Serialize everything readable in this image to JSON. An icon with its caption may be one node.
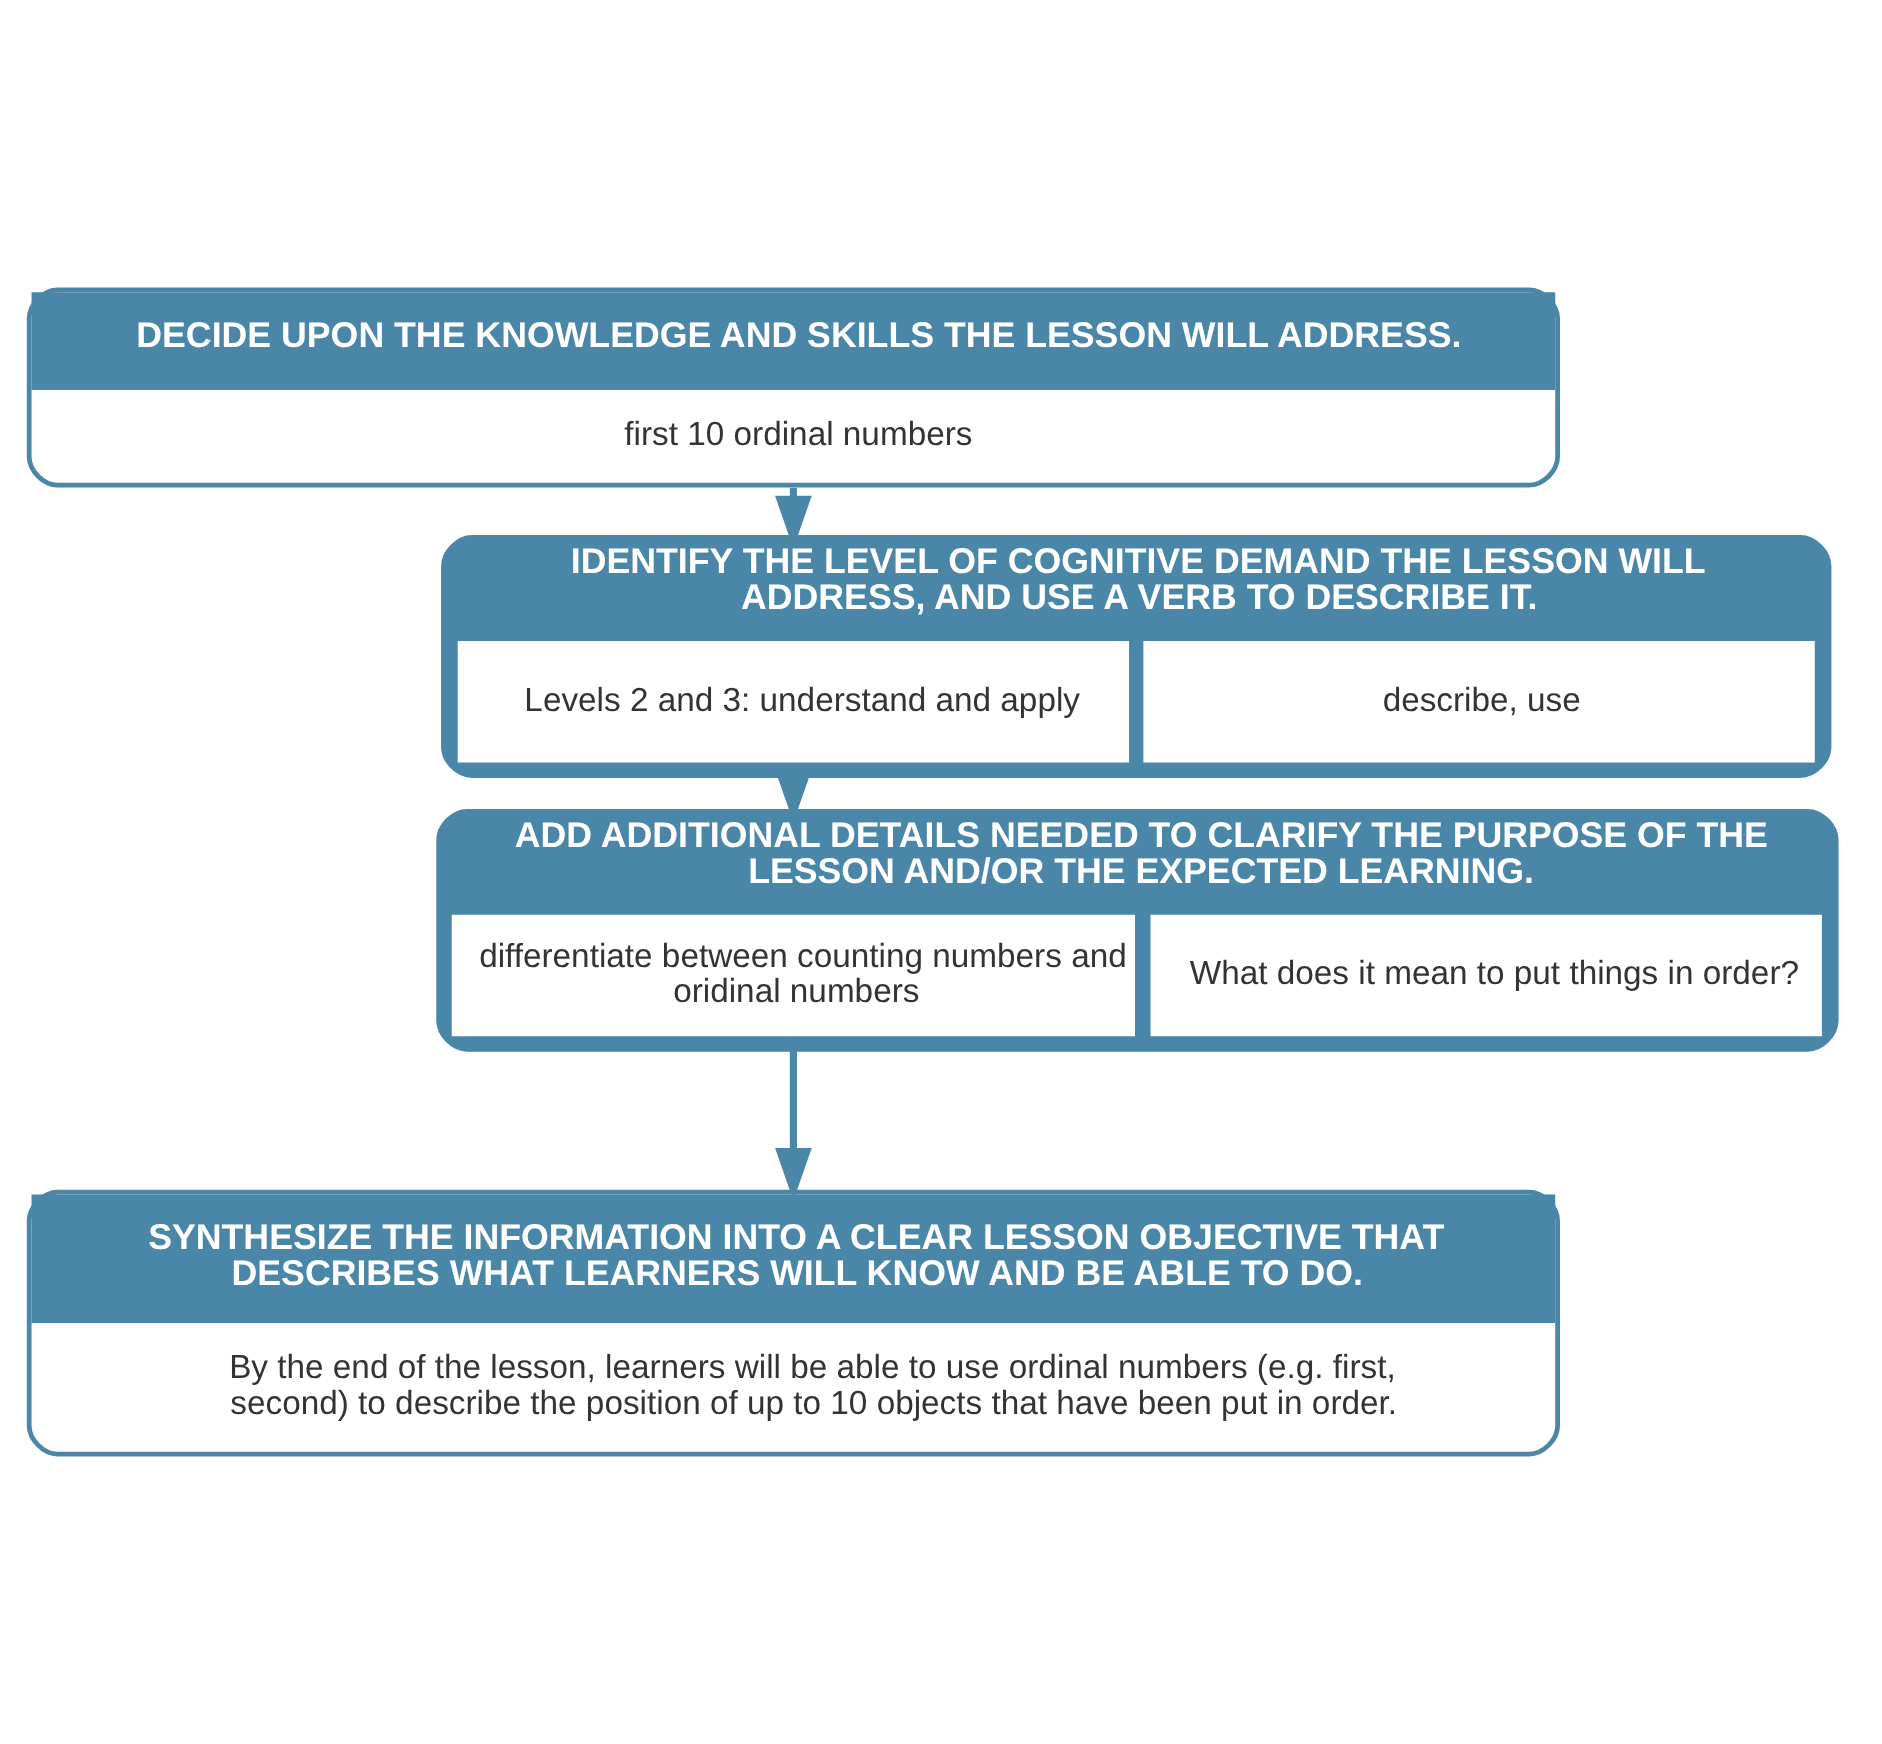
{
  "diagram": {
    "nodes": [
      {
        "text": [
          "DECIDE UPON THE KNOWLEDGE AND SKILLS THE LESSON WILL ADDRESS.",
          "first 10 ordinal numbers"
        ]
      },
      {
        "text": [
          "IDENTIFY THE LEVEL OF COGNITIVE DEMAND THE LESSON WILL ADDRESS, AND USE A VERB TO DESCRIBE IT."
        ]
      },
      {
        "text": [
          "Levels 2 and 3: understand and apply"
        ],
        "in": 1
      },
      {
        "text": [
          "describe, use"
        ],
        "in": 1
      },
      {
        "text": [
          "ADD ADDITIONAL DETAILS NEEDED TO CLARIFY THE PURPOSE OF THE LESSON AND/OR THE EXPECTED LEARNING."
        ]
      },
      {
        "text": [
          "differentiate between counting numbers and oridinal numbers"
        ],
        "in": 4
      },
      {
        "text": [
          "What does it mean to put things in order?"
        ],
        "in": 4
      },
      {
        "text": [
          "SYNTHESIZE THE INFORMATION INTO A CLEAR LESSON OBJECTIVE THAT DESCRIBES WHAT LEARNERS WILL KNOW AND BE ABLE TO DO.",
          "By the end of the lesson, learners will be able to use ordinal numbers (e.g. first, second) to describe the position of up to 10 objects that have been put in order."
        ]
      }
    ],
    "edges": [
      {
        "from": 0,
        "to": 1,
        "arrow": "to"
      },
      {
        "from": 1,
        "to": 4,
        "arrow": "to"
      },
      {
        "from": 4,
        "to": 7,
        "arrow": "to"
      }
    ]
  }
}
